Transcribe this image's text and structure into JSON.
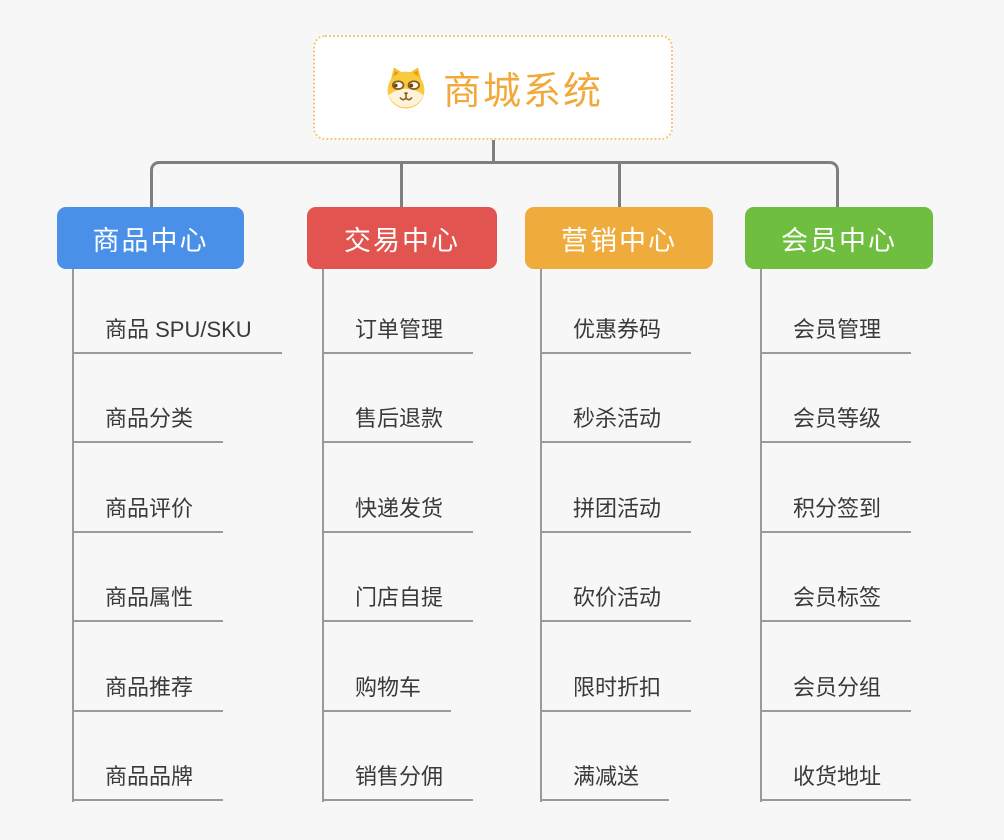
{
  "canvas": {
    "background": "#f7f7f7",
    "connector_color": "#7f7f7f",
    "child_line_color": "#9a9a9a"
  },
  "root": {
    "label": "商城系统",
    "icon": "dog-face-icon",
    "text_color": "#f2a93c",
    "border_color": "#f3c878",
    "background": "#ffffff"
  },
  "branches": [
    {
      "label": "商品中心",
      "color": "#4a90e8",
      "children": [
        "商品 SPU/SKU",
        "商品分类",
        "商品评价",
        "商品属性",
        "商品推荐",
        "商品品牌"
      ]
    },
    {
      "label": "交易中心",
      "color": "#e25450",
      "children": [
        "订单管理",
        "售后退款",
        "快递发货",
        "门店自提",
        "购物车",
        "销售分佣"
      ]
    },
    {
      "label": "营销中心",
      "color": "#efac3d",
      "children": [
        "优惠券码",
        "秒杀活动",
        "拼团活动",
        "砍价活动",
        "限时折扣",
        "满减送"
      ]
    },
    {
      "label": "会员中心",
      "color": "#6fbe3f",
      "children": [
        "会员管理",
        "会员等级",
        "积分签到",
        "会员标签",
        "会员分组",
        "收货地址"
      ]
    }
  ]
}
